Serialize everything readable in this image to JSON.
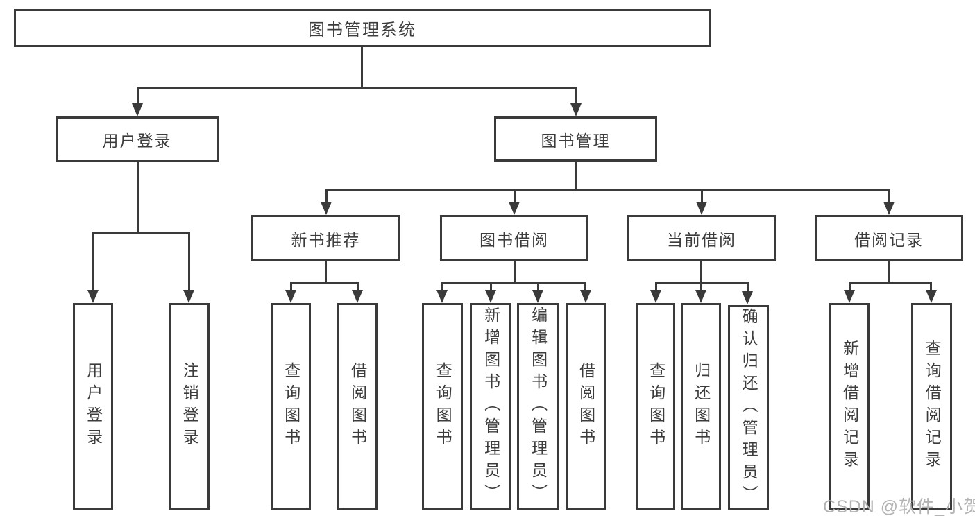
{
  "tree": {
    "root": "图书管理系统",
    "user_login": {
      "label": "用户登录",
      "children": [
        "用户登录",
        "注销登录"
      ]
    },
    "book_mgmt": {
      "label": "图书管理",
      "groups": [
        {
          "label": "新书推荐",
          "children": [
            "查询图书",
            "借阅图书"
          ]
        },
        {
          "label": "图书借阅",
          "children": [
            "查询图书",
            "新增图书（管理员）",
            "编辑图书（管理员）",
            "借阅图书"
          ]
        },
        {
          "label": "当前借阅",
          "children": [
            "查询图书",
            "归还图书",
            "确认归还（管理员）"
          ]
        },
        {
          "label": "借阅记录",
          "children": [
            "新增借阅记录",
            "查询借阅记录"
          ]
        }
      ]
    }
  },
  "watermark": "CSDN @软件_小贺同学",
  "colors": {
    "line": "#3a3a3a",
    "text": "#3c3c3c",
    "watermark": "#b3b3b3"
  }
}
